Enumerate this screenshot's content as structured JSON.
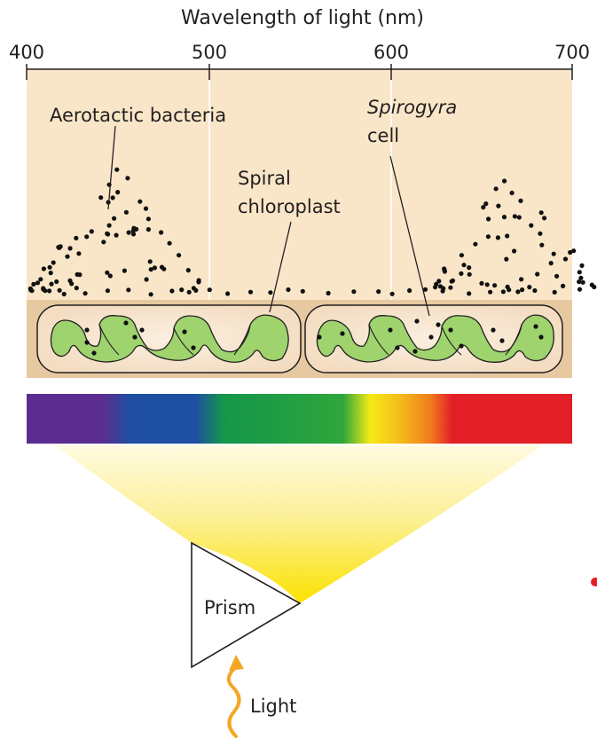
{
  "title": "Wavelength of light (nm)",
  "ticks": [
    "400",
    "500",
    "600",
    "700"
  ],
  "labels": {
    "bacteria": "Aerotactic bacteria",
    "spirogyra_line1": "Spirogyra",
    "spirogyra_line2": "cell",
    "chloroplast_line1": "Spiral",
    "chloroplast_line2": "chloroplast",
    "prism": "Prism",
    "light": "Light"
  },
  "colors": {
    "background_panel": "#f9e6c8",
    "cell_band": "#e6c9a1",
    "chloroplast": "#9ed36e",
    "spectrum": [
      "#5b2d90",
      "#1f4fa3",
      "#14964a",
      "#2fa63c",
      "#f4ea16",
      "#f07d1c",
      "#e21f26"
    ],
    "light_cone": "#fbe200",
    "light_arrow": "#f5a623"
  }
}
